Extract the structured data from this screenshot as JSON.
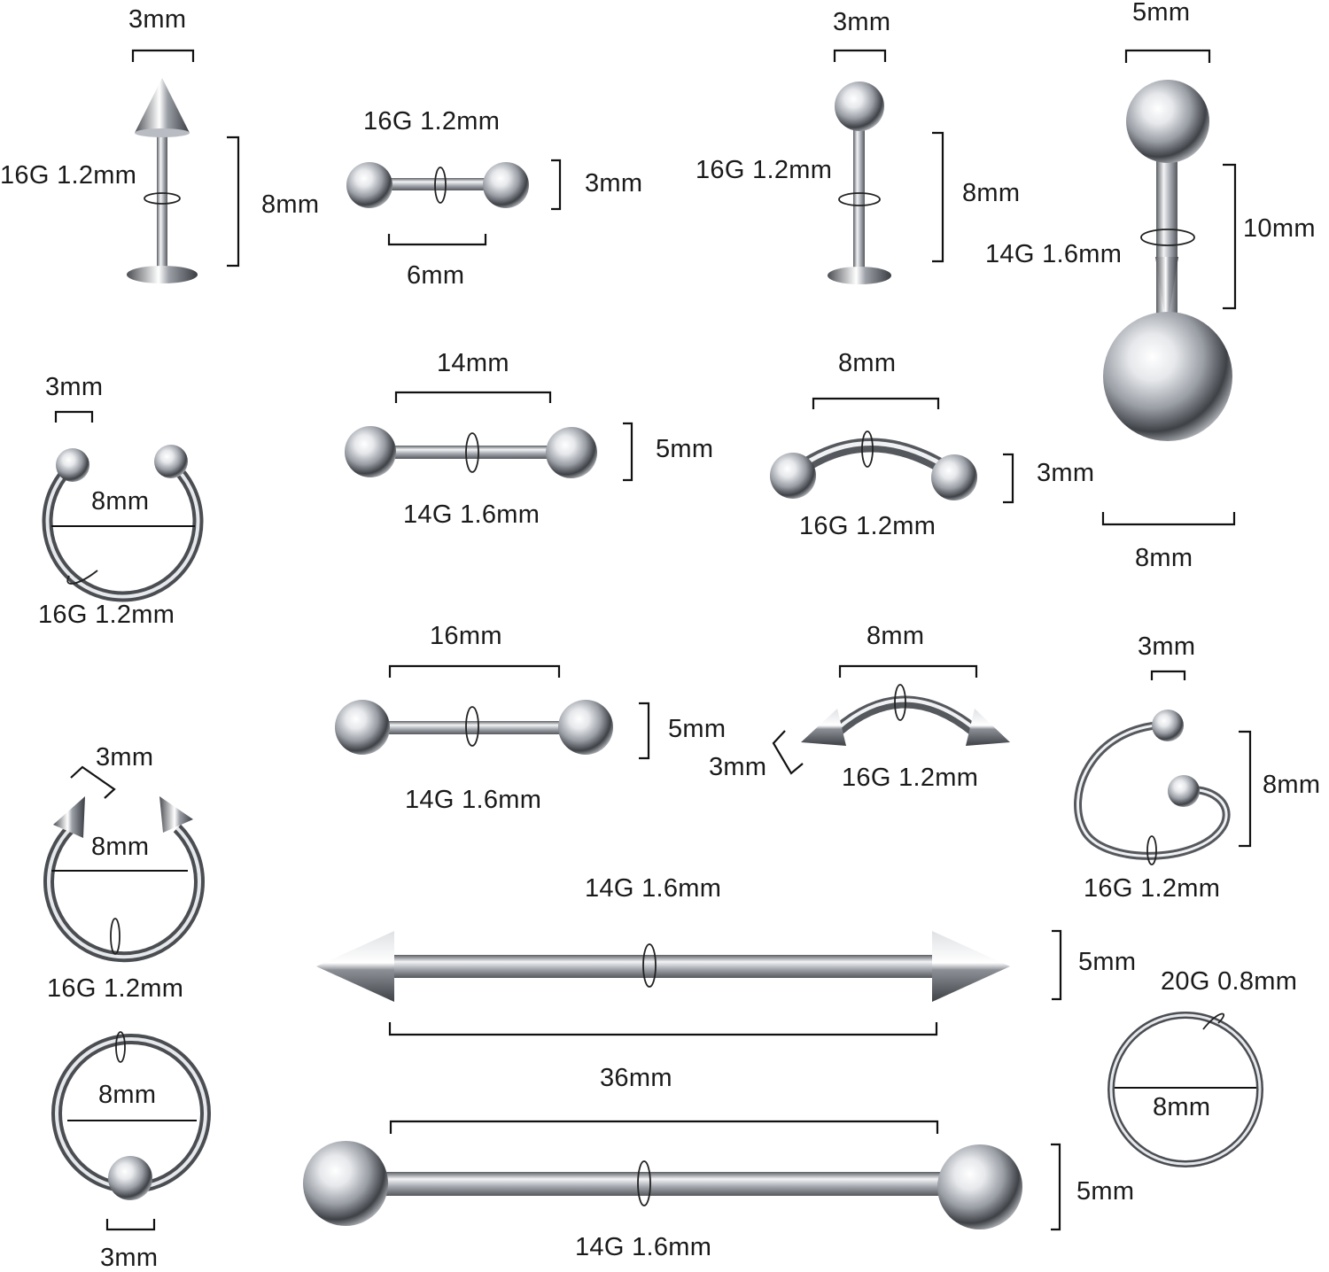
{
  "colors": {
    "background": "#ffffff",
    "metal_light": "#f4f5f7",
    "metal_mid": "#b9bcc2",
    "metal_dark": "#4a4d52",
    "text": "#1a1a1a"
  },
  "items": [
    {
      "name": "labret-spike",
      "labels": [
        "3mm",
        "16G 1.2mm",
        "8mm"
      ]
    },
    {
      "name": "barbell-small",
      "labels": [
        "16G 1.2mm",
        "3mm",
        "6mm"
      ]
    },
    {
      "name": "labret-ball",
      "labels": [
        "3mm",
        "16G 1.2mm",
        "8mm"
      ]
    },
    {
      "name": "belly-ring",
      "labels": [
        "5mm",
        "10mm",
        "14G 1.6mm",
        "8mm"
      ]
    },
    {
      "name": "horseshoe-ball",
      "labels": [
        "3mm",
        "8mm",
        "16G 1.2mm"
      ]
    },
    {
      "name": "barbell-14mm",
      "labels": [
        "14mm",
        "5mm",
        "14G 1.6mm"
      ]
    },
    {
      "name": "curved-barbell-ball",
      "labels": [
        "8mm",
        "3mm",
        "16G 1.2mm"
      ]
    },
    {
      "name": "barbell-16mm",
      "labels": [
        "16mm",
        "5mm",
        "14G 1.6mm"
      ]
    },
    {
      "name": "curved-barbell-spike",
      "labels": [
        "8mm",
        "3mm",
        "16G 1.2mm"
      ]
    },
    {
      "name": "spiral-ring",
      "labels": [
        "3mm",
        "8mm",
        "16G 1.2mm"
      ]
    },
    {
      "name": "horseshoe-spike",
      "labels": [
        "3mm",
        "8mm",
        "16G 1.2mm"
      ]
    },
    {
      "name": "industrial-spike",
      "labels": [
        "14G 1.6mm",
        "5mm",
        "36mm"
      ]
    },
    {
      "name": "captive-bead-ring",
      "labels": [
        "8mm",
        "3mm"
      ]
    },
    {
      "name": "hoop-ring",
      "labels": [
        "20G 0.8mm",
        "8mm"
      ]
    },
    {
      "name": "industrial-ball",
      "labels": [
        "5mm",
        "14G 1.6mm"
      ]
    }
  ]
}
